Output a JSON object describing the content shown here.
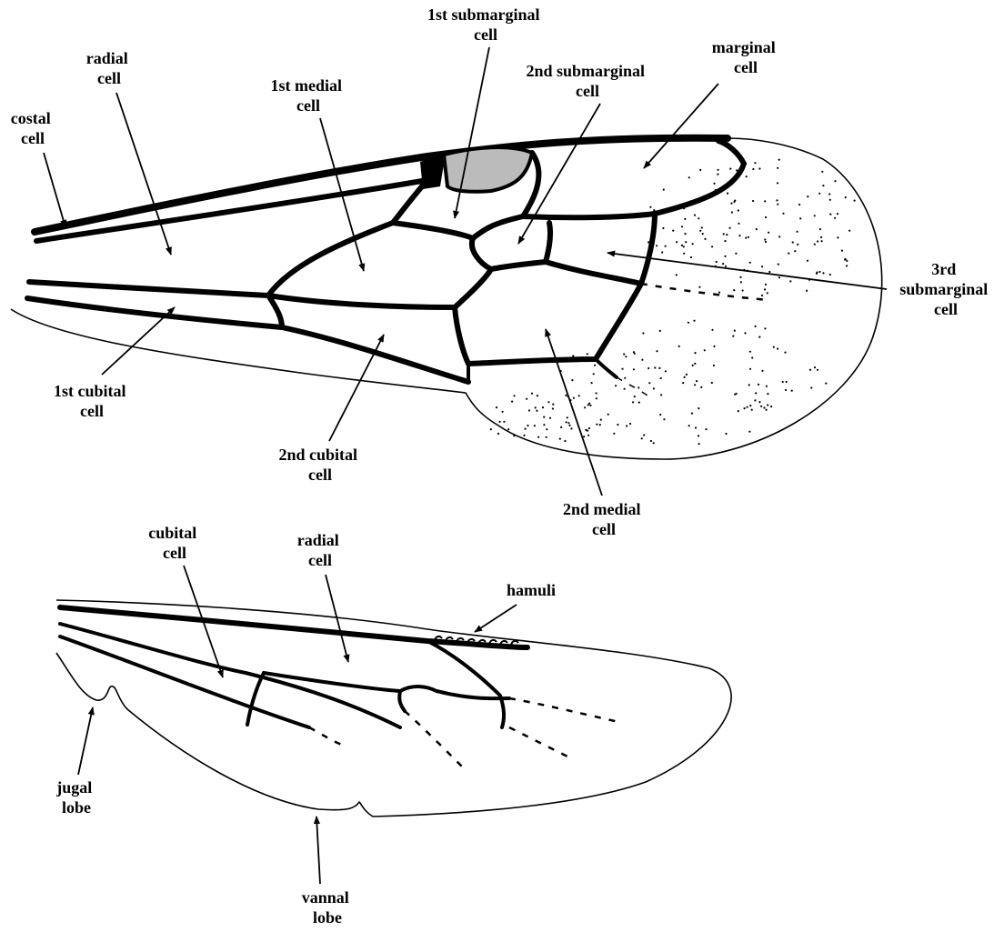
{
  "forewing": {
    "labels": {
      "costal_cell": [
        "costal",
        "cell"
      ],
      "radial_cell": [
        "radial",
        "cell"
      ],
      "first_medial_cell": [
        "1st medial",
        "cell"
      ],
      "first_submarginal_cell": [
        "1st submarginal",
        "cell"
      ],
      "second_submarginal_cell": [
        "2nd submarginal",
        "cell"
      ],
      "marginal_cell": [
        "marginal",
        "cell"
      ],
      "third_submarginal_cell": [
        "3rd",
        "submarginal",
        "cell"
      ],
      "first_cubital_cell": [
        "1st cubital",
        "cell"
      ],
      "second_cubital_cell": [
        "2nd cubital",
        "cell"
      ],
      "second_medial_cell": [
        "2nd medial",
        "cell"
      ]
    }
  },
  "hindwing": {
    "labels": {
      "cubital_cell": [
        "cubital",
        "cell"
      ],
      "radial_cell": [
        "radial",
        "cell"
      ],
      "hamuli": [
        "hamuli"
      ],
      "jugal_lobe": [
        "jugal",
        "lobe"
      ],
      "vannal_lobe": [
        "vannal",
        "lobe"
      ]
    }
  }
}
